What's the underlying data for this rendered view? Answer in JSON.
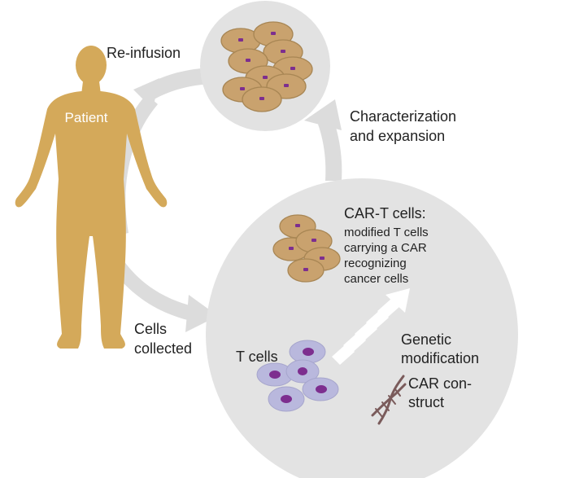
{
  "labels": {
    "patient": "Patient",
    "reinfusion": "Re-infusion",
    "characterization_line1": "Characterization",
    "characterization_line2": "and expansion",
    "cart_title": "CAR-T cells:",
    "cart_desc_line1": "modified T cells",
    "cart_desc_line2": "carrying a CAR",
    "cart_desc_line3": "recognizing",
    "cart_desc_line4": "cancer cells",
    "tcells": "T cells",
    "genetic_line1": "Genetic",
    "genetic_line2": "modification",
    "car_line1": "CAR con-",
    "car_line2": "struct",
    "cells_collected_line1": "Cells",
    "cells_collected_line2": "collected"
  },
  "colors": {
    "patient_body": "#d4a95a",
    "circle_fill": "#e3e3e3",
    "arrow": "#dadada",
    "car_t_cell": "#c9a26e",
    "car_t_cell_edge": "#a88654",
    "t_cell": "#b9b8dd",
    "t_cell_nucleus": "#7d2e8f",
    "dna": "#7a5b5b"
  },
  "icons": {
    "dna": "dna-helix-icon",
    "patient": "human-figure-icon"
  }
}
